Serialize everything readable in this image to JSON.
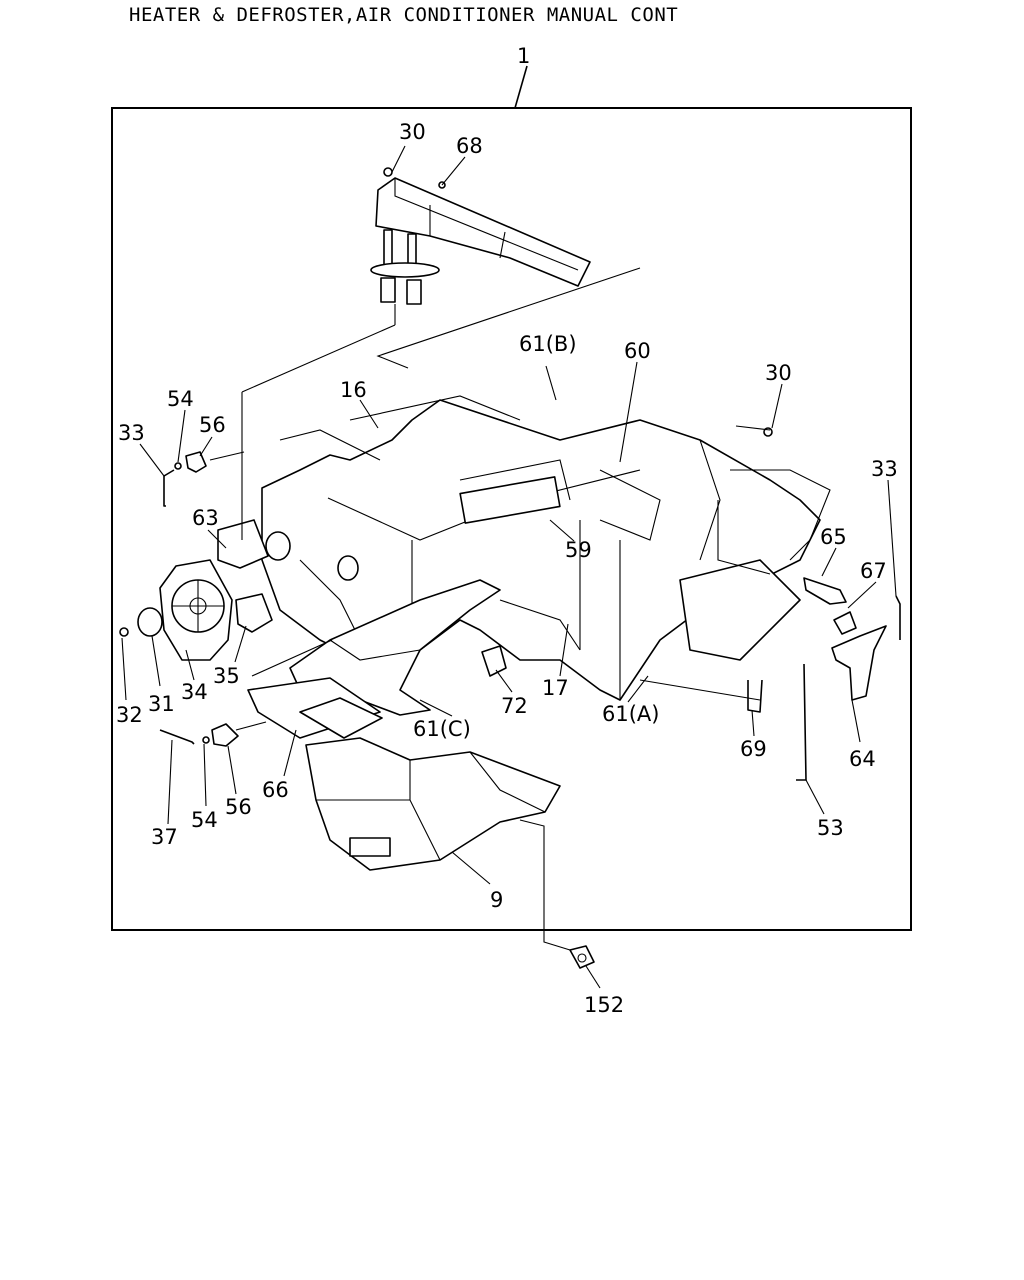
{
  "header": {
    "title": "HEATER & DEFROSTER,AIR CONDITIONER MANUAL CONT"
  },
  "callouts": {
    "assembly": "1",
    "c30_top": "30",
    "c68": "68",
    "c61b": "61(B)",
    "c60": "60",
    "c30_right": "30",
    "c16": "16",
    "c54_top": "54",
    "c56_top": "56",
    "c33_left": "33",
    "c63": "63",
    "c59": "59",
    "c65": "65",
    "c67": "67",
    "c33_right": "33",
    "c35": "35",
    "c32": "32",
    "c31": "31",
    "c34": "34",
    "c72": "72",
    "c17": "17",
    "c61a": "61(A)",
    "c61c": "61(C)",
    "c69": "69",
    "c64": "64",
    "c66": "66",
    "c56_bot": "56",
    "c54_bot": "54",
    "c37": "37",
    "c53": "53",
    "c9": "9",
    "c152": "152"
  }
}
